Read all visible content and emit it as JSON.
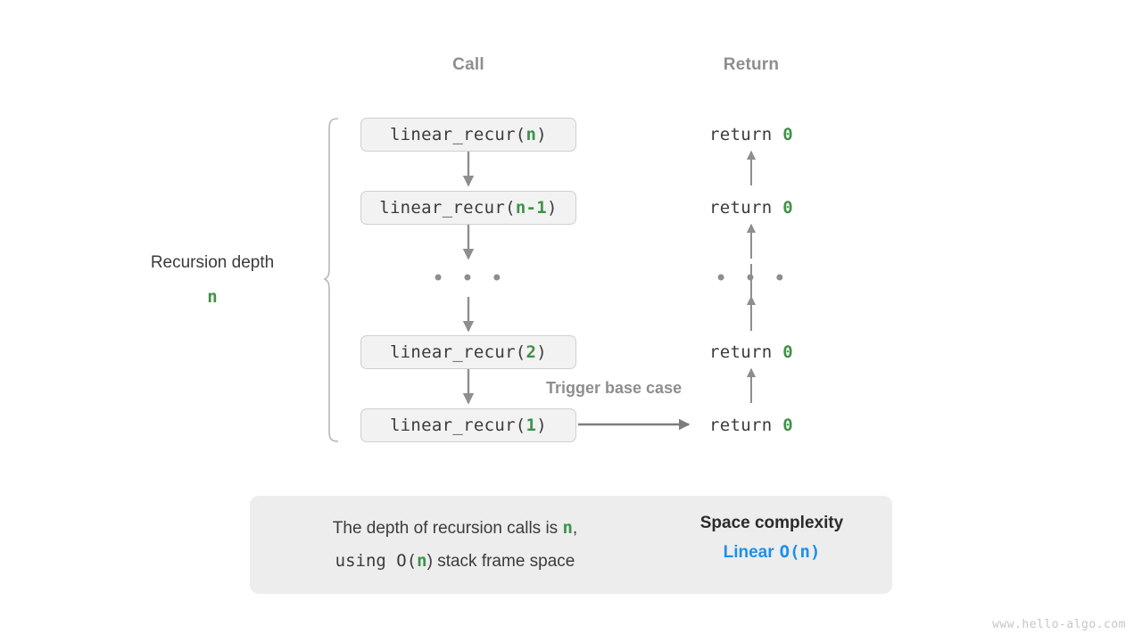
{
  "headers": {
    "call": "Call",
    "return": "Return"
  },
  "left_annotation": {
    "title": "Recursion depth",
    "variable": "n"
  },
  "call_stack": [
    {
      "prefix": "linear_recur(",
      "arg": "n",
      "suffix": ")"
    },
    {
      "prefix": "linear_recur(",
      "arg": "n-1",
      "suffix": ")"
    },
    {
      "prefix": "linear_recur(",
      "arg": "2",
      "suffix": ")"
    },
    {
      "prefix": "linear_recur(",
      "arg": "1",
      "suffix": ")"
    }
  ],
  "returns": [
    {
      "text": "return ",
      "value": "0"
    },
    {
      "text": "return ",
      "value": "0"
    },
    {
      "text": "return ",
      "value": "0"
    },
    {
      "text": "return ",
      "value": "0"
    }
  ],
  "ellipsis": "• • •",
  "trigger_label": "Trigger base case",
  "summary": {
    "line1_a": "The depth of recursion calls is ",
    "line1_n": "n",
    "line1_b": ",",
    "line2_a": "using O(",
    "line2_n": "n",
    "line2_b": ") stack frame space",
    "title": "Space complexity",
    "value_word": "Linear",
    "value_notation": "O(n)"
  },
  "watermark": "www.hello-algo.com",
  "colors": {
    "green": "#3f9249",
    "blue": "#1e90e8",
    "gray_text": "#8e8e8e",
    "dark_text": "#3b3b3b",
    "box_fill": "#f2f2f2",
    "box_border": "#cfcfcf",
    "panel_fill": "#ededed",
    "arrow": "#8e8e8e"
  }
}
